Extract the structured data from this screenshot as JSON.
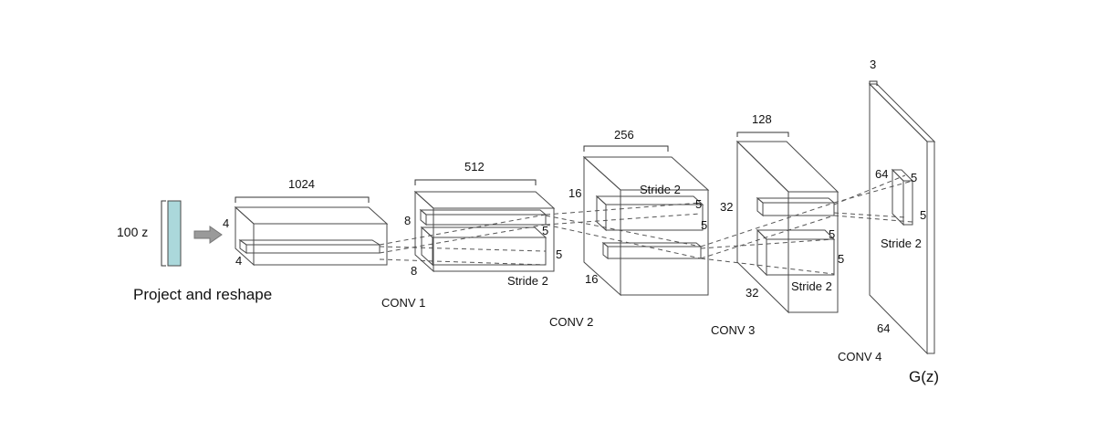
{
  "colors": {
    "block_front": "#abd8db",
    "block_top": "#c4e6e8",
    "block_side": "#8fc6ca",
    "kernel_front": "#8c9192",
    "kernel_top": "#a9aeaf",
    "kernel_side": "#6e7374",
    "thin_front": "#7aa9ad",
    "arrow": "#9a9a9a"
  },
  "input": {
    "label": "100 z",
    "caption": "Project and reshape"
  },
  "stage0": {
    "depth": "1024",
    "height": "4",
    "width": "4"
  },
  "conv1": {
    "title": "CONV 1",
    "depth": "512",
    "height": "8",
    "width": "8",
    "k1": "5",
    "k2": "5",
    "stride": "Stride 2"
  },
  "conv2": {
    "title": "CONV 2",
    "depth": "256",
    "height": "16",
    "width": "16",
    "k1": "5",
    "k2": "5",
    "stride": "Stride 2"
  },
  "conv3": {
    "title": "CONV 3",
    "depth": "128",
    "height": "32",
    "width": "32",
    "k1": "5",
    "k2": "5",
    "stride": "Stride 2"
  },
  "conv4": {
    "title": "CONV 4",
    "depth": "3",
    "height": "64",
    "width": "64",
    "k1": "5",
    "k2": "5",
    "stride": "Stride 2"
  },
  "output": {
    "label": "G(z)"
  }
}
